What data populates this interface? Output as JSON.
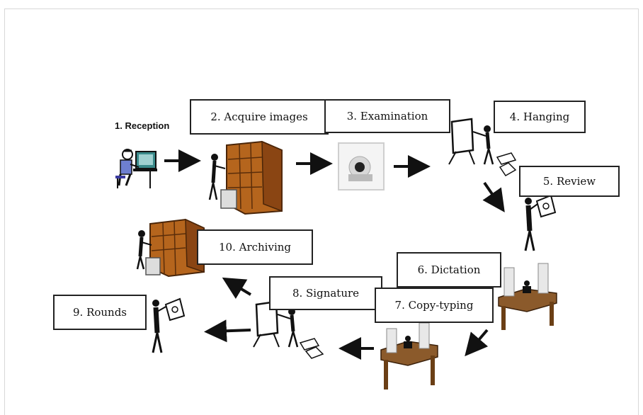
{
  "steps": {
    "reception": "1. Reception",
    "acquire": "2. Acquire images",
    "examination": "3. Examination",
    "hanging": "4. Hanging",
    "review": "5. Review",
    "dictation": "6. Dictation",
    "copy_typing": "7. Copy-typing",
    "signature": "8. Signature",
    "rounds": "9. Rounds",
    "archiving": "10. Archiving"
  },
  "icons": [
    "person-at-computer",
    "person-at-shelf",
    "scanner",
    "person-at-lightbox",
    "person-holding-film",
    "desk-with-papers",
    "archive-shelf",
    "arrow"
  ],
  "colors": {
    "shelf": "#b5651d",
    "shelf_dark": "#7a3f10",
    "line": "#111111"
  }
}
